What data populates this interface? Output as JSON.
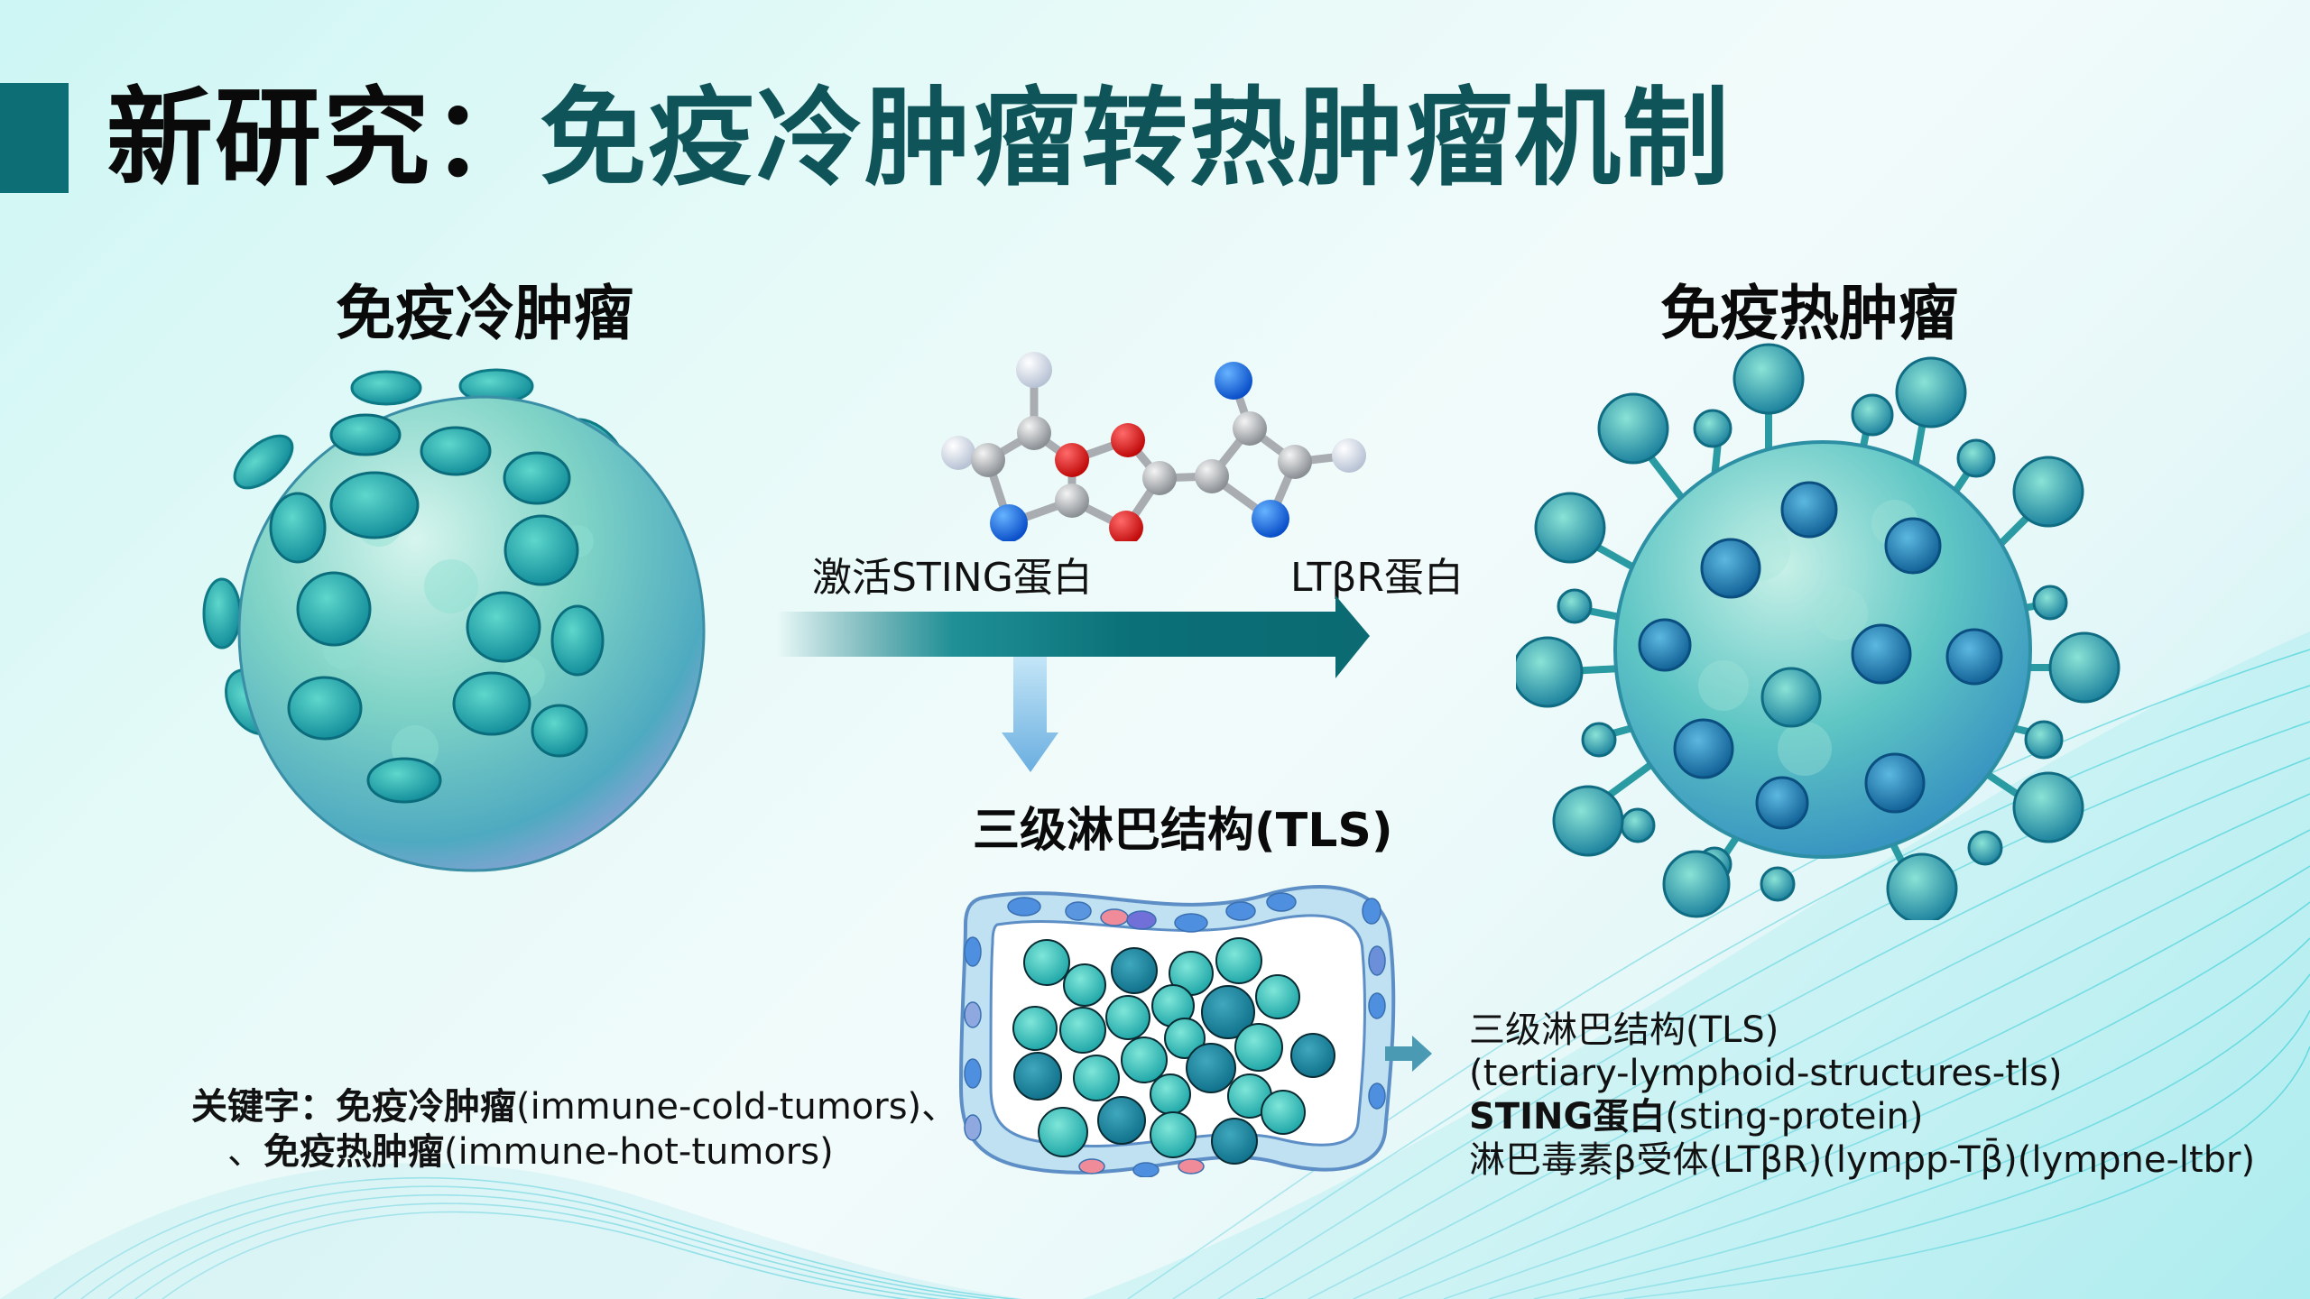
{
  "title": {
    "prefix": "新研究：",
    "main": "免疫冷肿瘤转热肿瘤机制",
    "accent_color": "#0e6e75"
  },
  "cold_tumor": {
    "label": "免疫冷肿瘤",
    "icon": "cold-tumor-cell-icon"
  },
  "hot_tumor": {
    "label": "免疫热肿瘤",
    "icon": "hot-tumor-cell-icon"
  },
  "molecule": {
    "icon": "sting-agonist-molecule-icon"
  },
  "arrows": {
    "main_left_label": "激活STING蛋白",
    "main_right_label": "LTβR蛋白",
    "main_color": "#0b6f78",
    "down_color": "#7ab8e6"
  },
  "tls": {
    "title": "三级淋巴结构(TLS)",
    "icon": "tertiary-lymphoid-structure-icon"
  },
  "keywords": {
    "label": "关键字：",
    "line1_cn": "免疫冷肿瘤",
    "line1_en": "(immune-cold-tumors)、",
    "line2_prefix": "、",
    "line2_cn": "免疫热肿瘤",
    "line2_en": "(immune-hot-tumors)"
  },
  "terms": {
    "arrow_icon": "right-arrow-icon",
    "line1": "三级淋巴结构(TLS)",
    "line2": "(tertiary-lymphoid-structures-tls)",
    "line3_bold": "STING蛋白",
    "line3_rest": "(sting-protein)",
    "line4": "淋巴毒素β受体(LTβR)(lympp-Tβ̄)(lympne-ltbr)"
  }
}
